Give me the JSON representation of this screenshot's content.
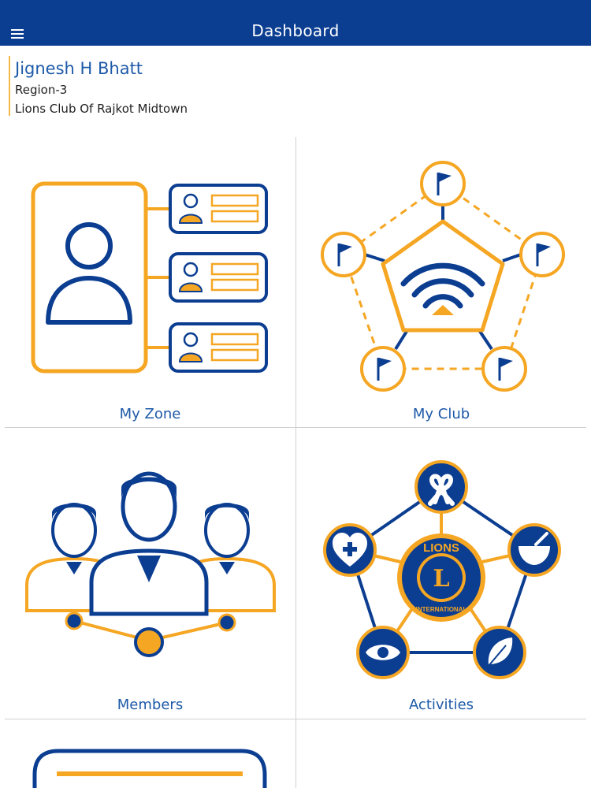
{
  "header": {
    "title": "Dashboard"
  },
  "profile": {
    "name": "Jignesh H Bhatt",
    "region": "Region-3",
    "club": "Lions Club Of Rajkot Midtown"
  },
  "tiles": [
    {
      "label": "My Zone"
    },
    {
      "label": "My Club"
    },
    {
      "label": "Members"
    },
    {
      "label": "Activities"
    }
  ],
  "logo_text": {
    "top": "LIONS",
    "bottom": "INTERNATIONAL",
    "center": "L"
  },
  "colors": {
    "primary": "#0b3d91",
    "accent": "#f5a623",
    "text_blue": "#1e5aa8"
  },
  "icons": [
    "menu-icon",
    "user-icon",
    "flag-icon",
    "wifi-icon",
    "ribbon-icon",
    "heart-plus-icon",
    "bowl-icon",
    "eye-icon",
    "leaf-icon"
  ]
}
